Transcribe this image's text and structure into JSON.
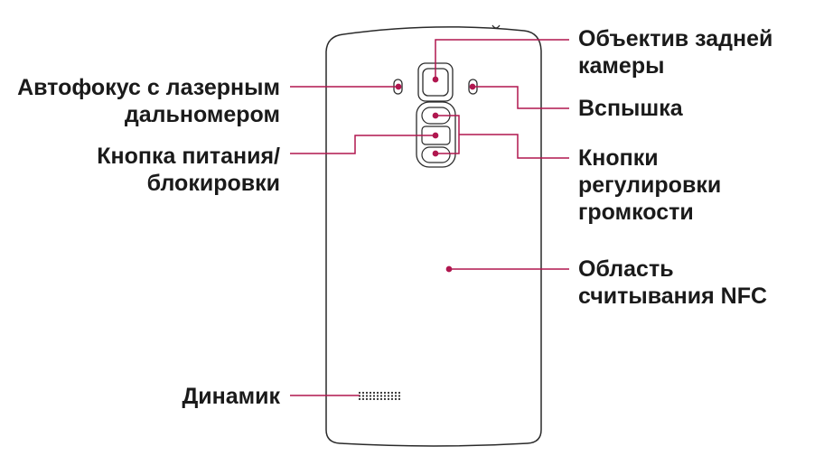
{
  "labels": {
    "laser_af": [
      "Автофокус с лазерным",
      "дальномером"
    ],
    "power_lock": [
      "Кнопка питания/",
      "блокировки"
    ],
    "speaker": [
      "Динамик"
    ],
    "rear_camera": [
      "Объектив задней",
      "камеры"
    ],
    "flash": [
      "Вспышка"
    ],
    "volume_keys": [
      "Кнопки",
      "регулировки",
      "громкости"
    ],
    "nfc_area": [
      "Область",
      "считывания NFC"
    ]
  },
  "colors": {
    "leader": "#b0174f",
    "outline": "#2a2a2a",
    "text": "#1a1a1a"
  }
}
